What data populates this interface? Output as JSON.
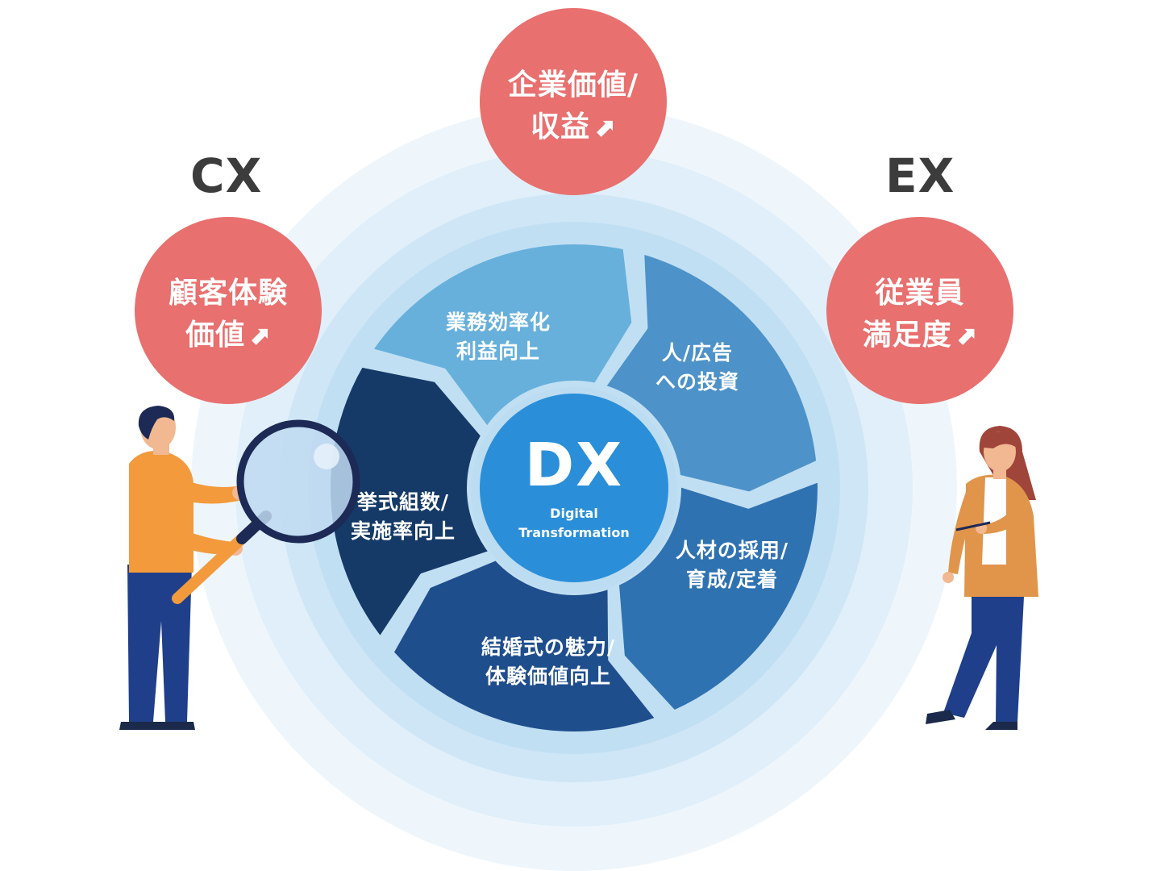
{
  "center": {
    "title": "DX",
    "subtitle_lines": [
      "Digital",
      "Transformation"
    ]
  },
  "segments": [
    {
      "lines": [
        "業務効率化",
        "利益向上"
      ],
      "color": "#67b0dc"
    },
    {
      "lines": [
        "人/広告",
        "への投資"
      ],
      "color": "#4d92c9"
    },
    {
      "lines": [
        "人材の採用/",
        "育成/定着"
      ],
      "color": "#2f72b1"
    },
    {
      "lines": [
        "結婚式の魅力/",
        "体験価値向上"
      ],
      "color": "#1f4e8d"
    },
    {
      "lines": [
        "挙式組数/",
        "実施率向上"
      ],
      "color": "#153a67"
    }
  ],
  "bubbles": {
    "top": {
      "lines": [
        "企業価値/",
        "収益"
      ],
      "arrow": "⬈"
    },
    "left": {
      "lines": [
        "顧客体験",
        "価値"
      ],
      "arrow": "⬈"
    },
    "right": {
      "lines": [
        "従業員",
        "満足度"
      ],
      "arrow": "⬈"
    }
  },
  "tags": {
    "left": "CX",
    "right": "EX"
  },
  "colors": {
    "bubble": "#e8706f",
    "center": "#2a8fd8",
    "ring_light": "#d7e9f7",
    "ring_mid": "#bcdcf2",
    "tag_text": "#3c3c3c"
  },
  "icons": [
    "man-with-magnifier-illustration",
    "woman-with-pen-illustration",
    "up-arrow-icon"
  ]
}
